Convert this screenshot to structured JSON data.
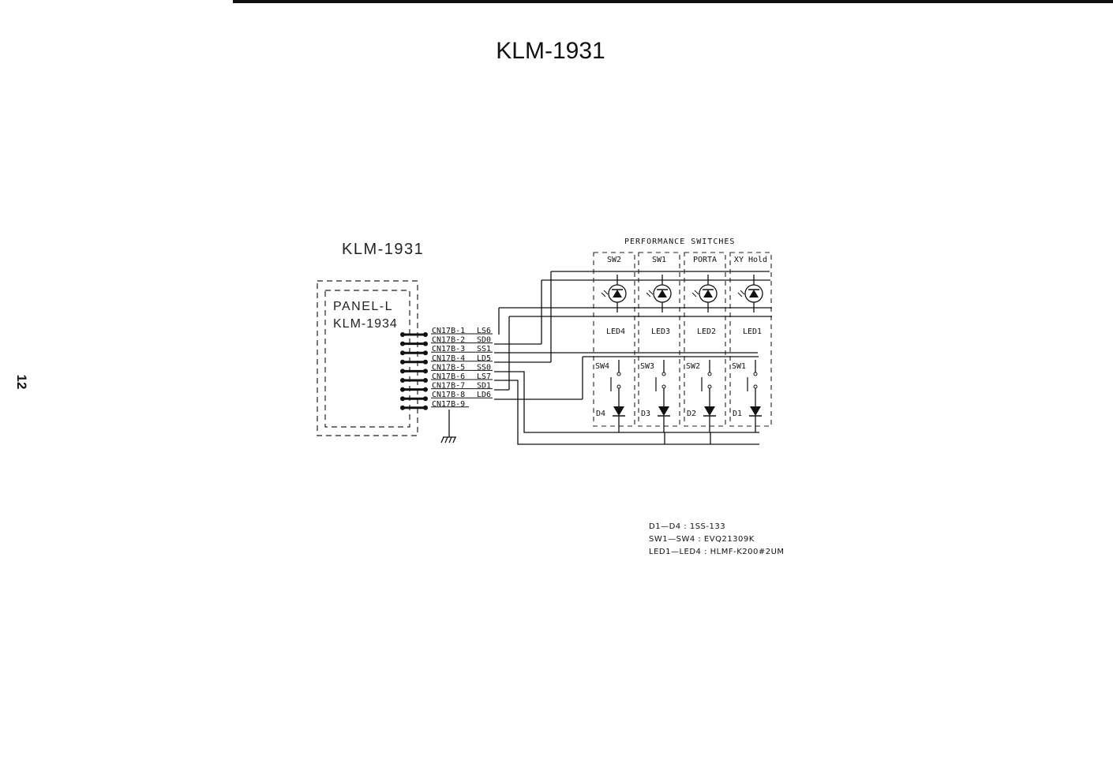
{
  "page": {
    "title": "KLM-1931",
    "page_number": "12"
  },
  "diagram": {
    "board_label": "KLM-1931",
    "panel": {
      "name": "PANEL-L",
      "part": "KLM-1934"
    },
    "connector_pins": [
      {
        "pin": "CN17B-1",
        "signal": "LS6"
      },
      {
        "pin": "CN17B-2",
        "signal": "SD0"
      },
      {
        "pin": "CN17B-3",
        "signal": "SS1"
      },
      {
        "pin": "CN17B-4",
        "signal": "LD5"
      },
      {
        "pin": "CN17B-5",
        "signal": "SS0"
      },
      {
        "pin": "CN17B-6",
        "signal": "LS7"
      },
      {
        "pin": "CN17B-7",
        "signal": "SD1"
      },
      {
        "pin": "CN17B-8",
        "signal": "LD6"
      },
      {
        "pin": "CN17B-9",
        "signal": ""
      }
    ],
    "switch_group_title": "PERFORMANCE SWITCHES",
    "switch_groups": [
      {
        "header": "SW2",
        "led": "LED4",
        "switch": "SW4",
        "diode": "D4"
      },
      {
        "header": "SW1",
        "led": "LED3",
        "switch": "SW3",
        "diode": "D3"
      },
      {
        "header": "PORTA",
        "led": "LED2",
        "switch": "SW2",
        "diode": "D2"
      },
      {
        "header": "XY Hold",
        "led": "LED1",
        "switch": "SW1",
        "diode": "D1"
      }
    ]
  },
  "parts_notes": [
    "D1—D4 : 1SS-133",
    "SW1—SW4 : EVQ21309K",
    "LED1—LED4 : HLMF-K200#2UM"
  ]
}
